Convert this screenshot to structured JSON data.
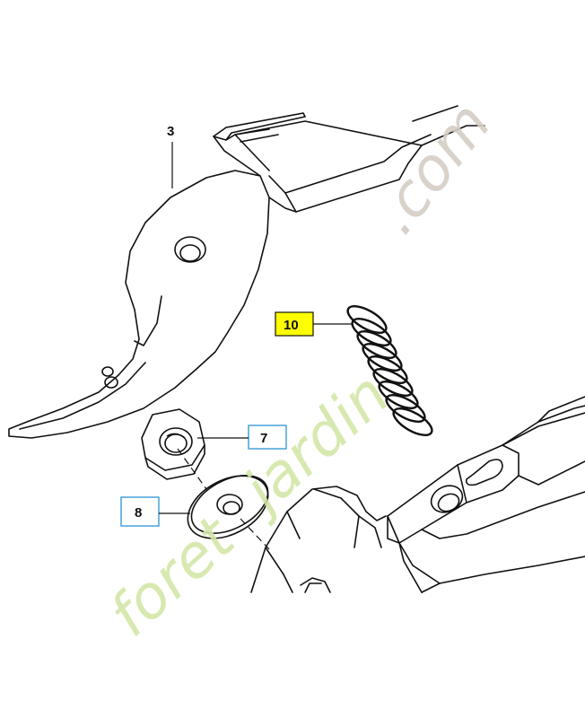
{
  "callouts": {
    "part_3": "3",
    "part_7": "7",
    "part_8": "8",
    "part_10": "10"
  },
  "highlight": {
    "part_10_fill": "#ffff00",
    "box_7_stroke": "#3a9bd5",
    "box_8_stroke": "#3a9bd5"
  },
  "watermark": {
    "part_a": "foret",
    "part_b": "jardin",
    "part_c": ".com",
    "color_green": "#d3e7a8",
    "color_grey": "#d4cdc4"
  }
}
